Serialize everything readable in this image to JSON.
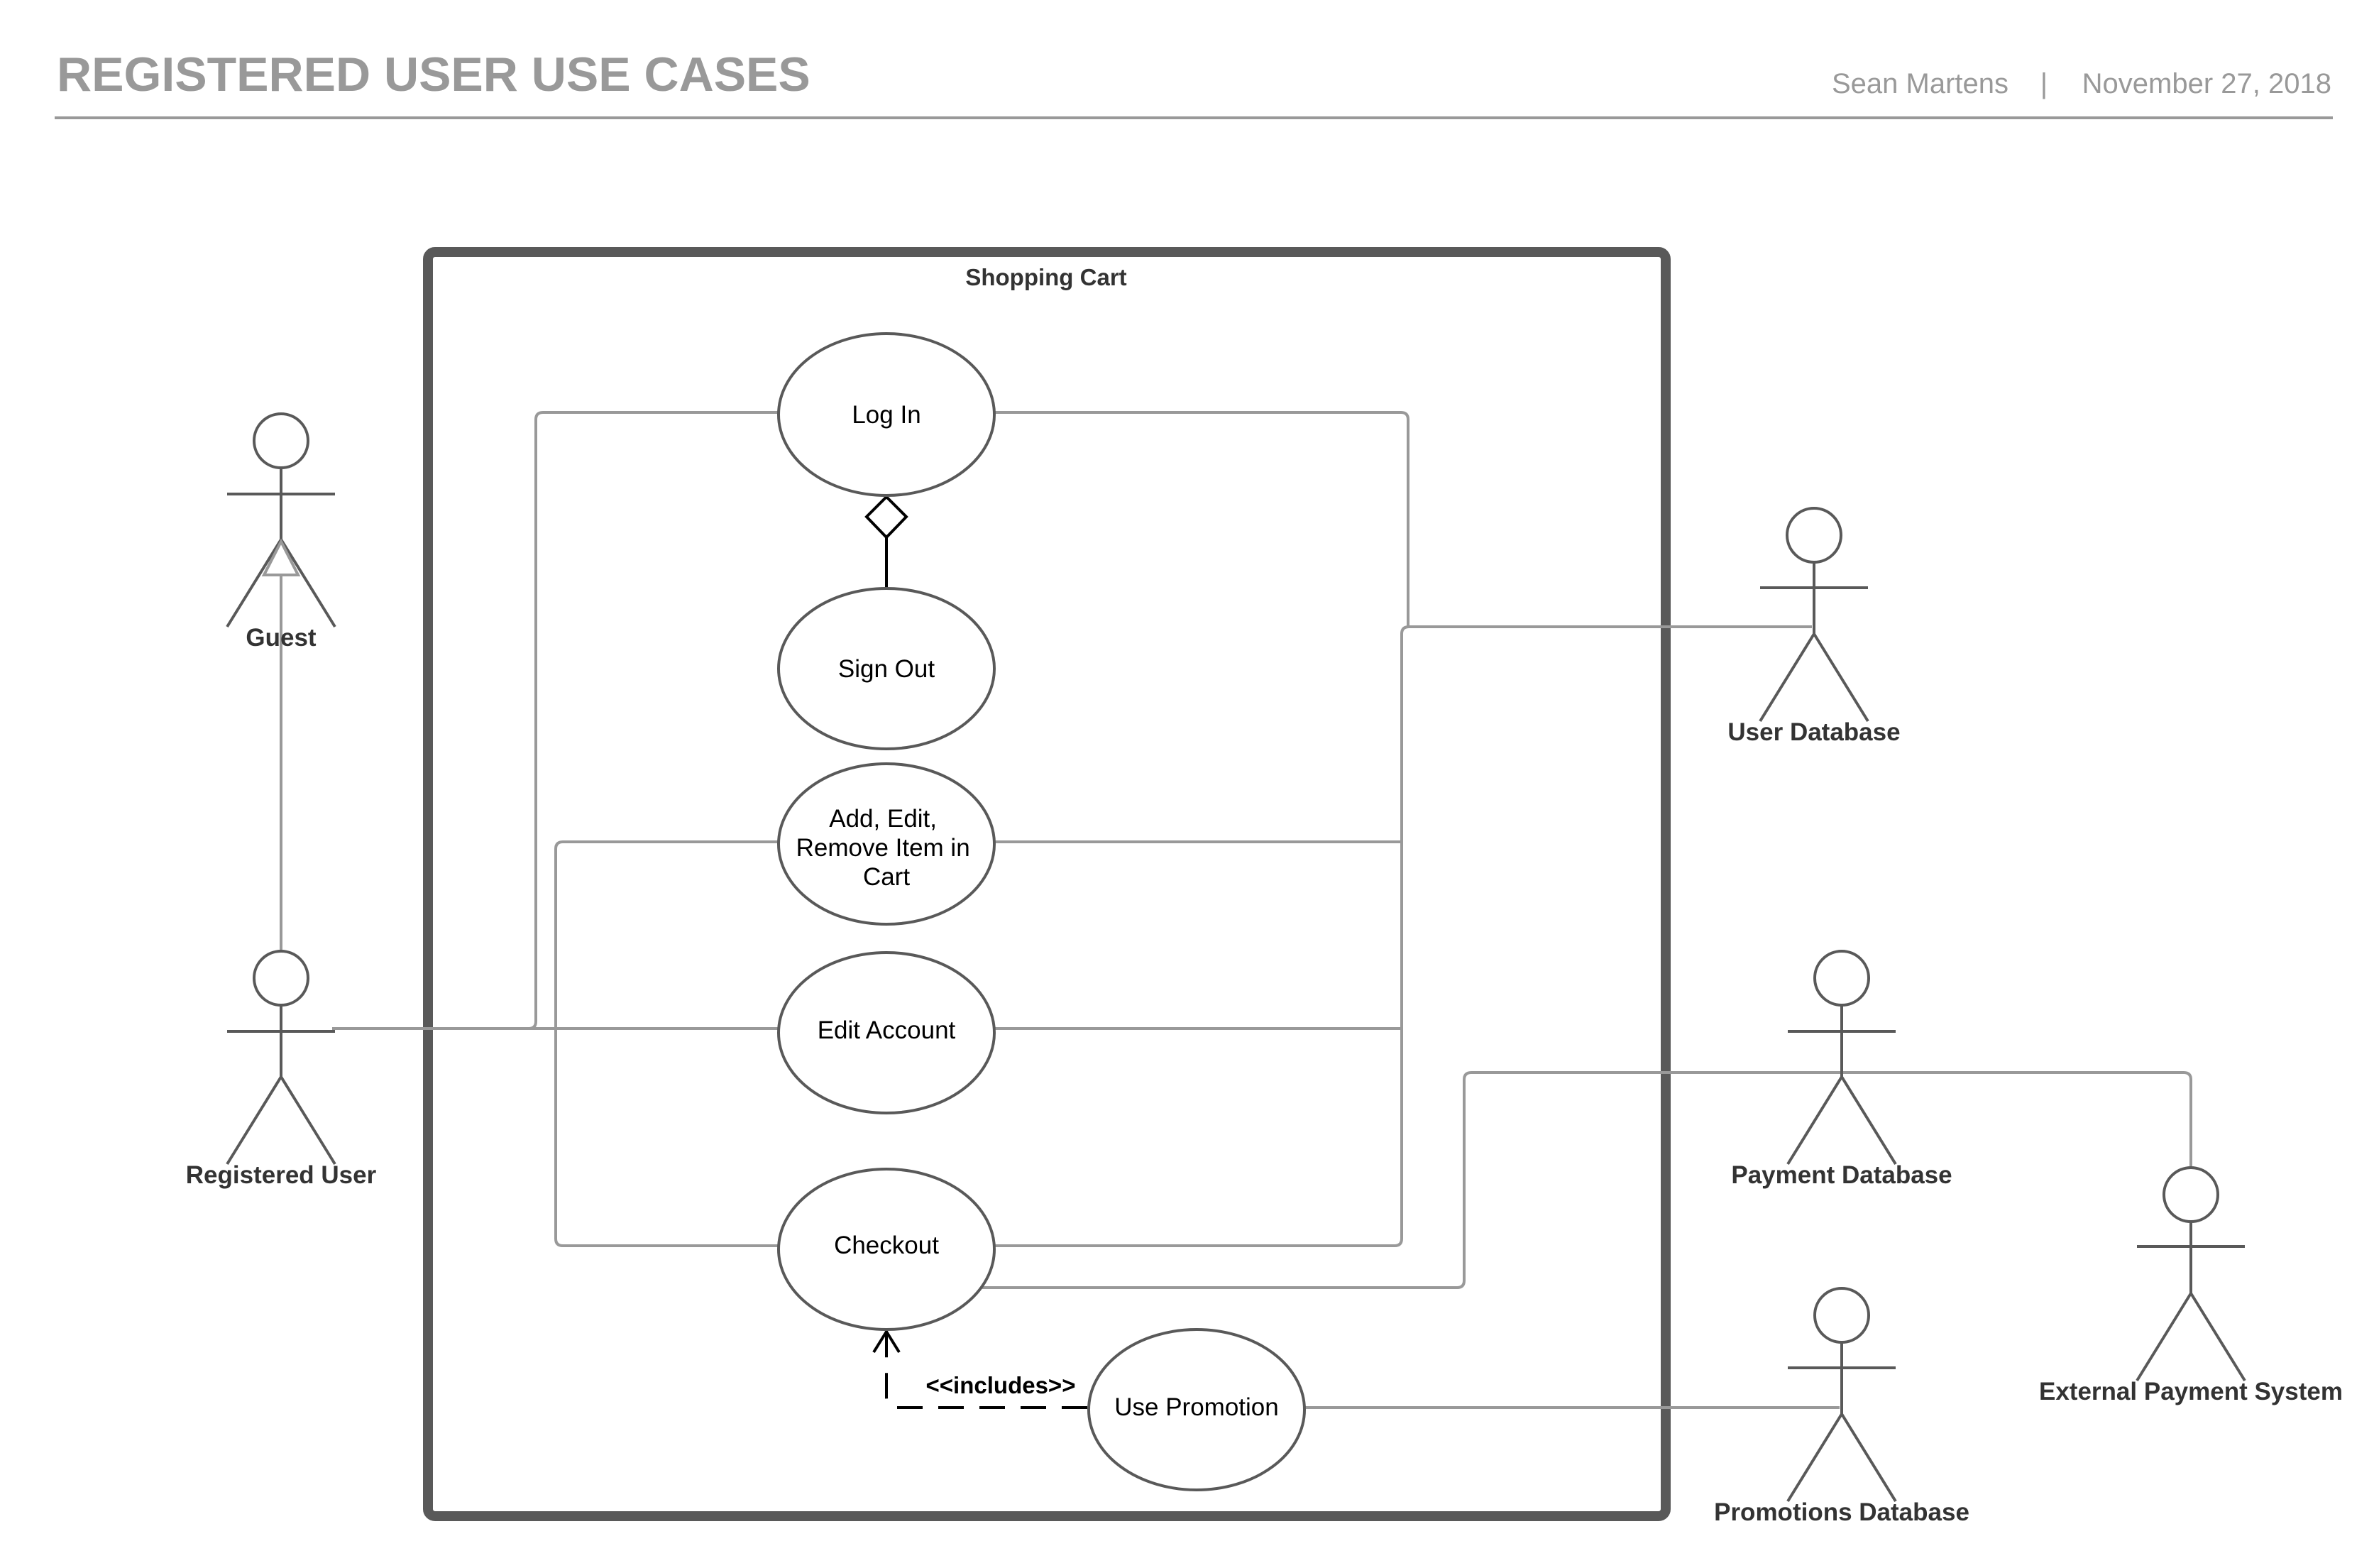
{
  "header": {
    "title": "REGISTERED USER USE CASES",
    "author": "Sean Martens",
    "separator": "|",
    "date": "November 27, 2018"
  },
  "system": {
    "name": "Shopping Cart"
  },
  "use_cases": {
    "log_in": [
      "Log In"
    ],
    "sign_out": [
      "Sign Out"
    ],
    "cart_items": [
      "Add, Edit,",
      "Remove Item in",
      "Cart"
    ],
    "edit_account": [
      "Edit Account"
    ],
    "checkout": [
      "Checkout"
    ],
    "use_promotion": [
      "Use Promotion"
    ]
  },
  "relationships": {
    "includes_label": "<<includes>>"
  },
  "actors": {
    "guest": "Guest",
    "registered_user": "Registered User",
    "user_database": "User Database",
    "payment_database": "Payment Database",
    "external_payment": "External Payment System",
    "promotions_database": "Promotions Database"
  },
  "colors": {
    "title": "#999999",
    "boundary": "#595959",
    "association": "#999999",
    "text": "#000000"
  }
}
